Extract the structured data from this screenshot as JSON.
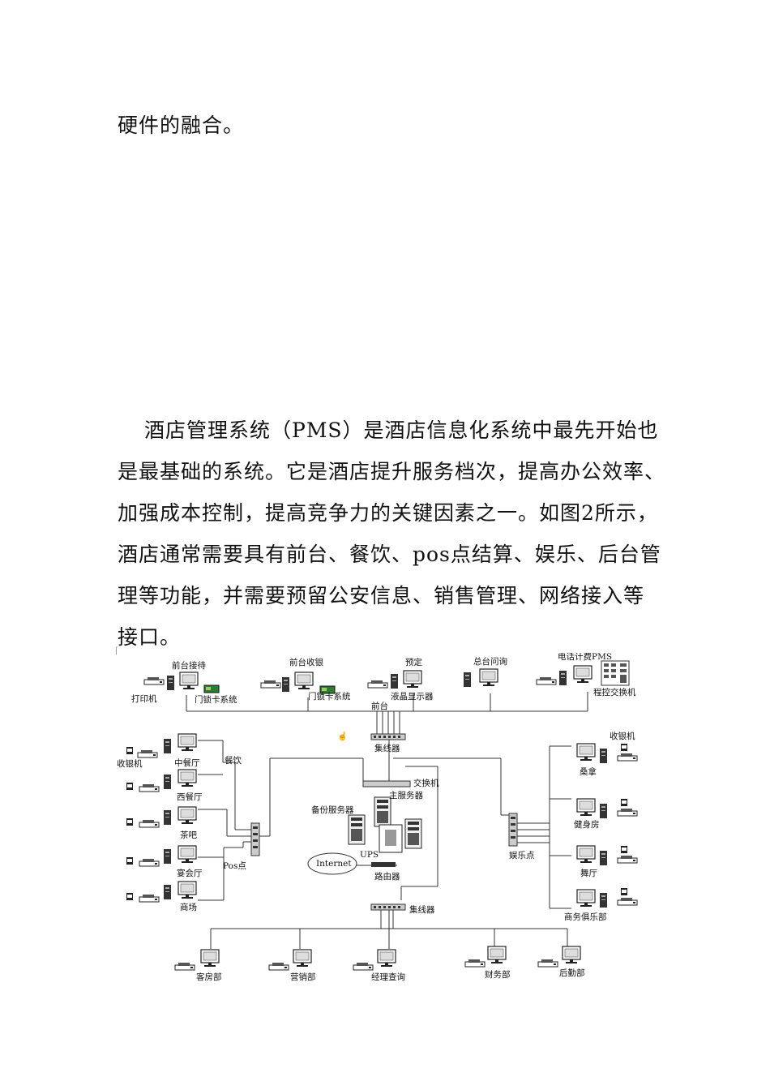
{
  "text": {
    "line1": "硬件的融合。",
    "para": [
      "酒店管理系统（PMS）是酒店信息化系统中最先开始也",
      "是最基础的系统。它是酒店提升服务档次，提高办公效率、",
      "加强成本控制，提高竞争力的关键因素之一。如图2所示，",
      "酒店通常需要具有前台、餐饮、pos点结算、娱乐、后台管",
      "理等功能，并需要预留公安信息、销售管理、网络接入等",
      "接口。"
    ]
  },
  "diagram": {
    "top": {
      "reception": "前台接待",
      "printer": "打印机",
      "door_lock_1": "门锁卡系统",
      "cashier_front": "前台收银",
      "door_lock_2": "门锁卡系统",
      "reservation": "预定",
      "lcd": "液晶显示器",
      "inquiry": "总台问询",
      "phone_billing": "电话计费PMS",
      "pbx": "程控交换机",
      "front_desk": "前台",
      "hub_top": "集线器"
    },
    "left": {
      "catering": "餐饮",
      "cashier": "收银机",
      "chinese": "中餐厅",
      "western": "西餐厅",
      "bar": "茶吧",
      "banquet": "宴会厅",
      "mall": "商场",
      "pos": "Pos点"
    },
    "center": {
      "switch": "交换机",
      "main_server": "主服务器",
      "backup_server": "备份服务器",
      "ups": "UPS",
      "internet": "Internet",
      "router": "路由器",
      "hub_bottom": "集线器"
    },
    "right": {
      "cashier": "收银机",
      "sauna": "桑拿",
      "gym": "健身房",
      "entertainment": "娱乐点",
      "dance": "舞厅",
      "club": "商务俱乐部"
    },
    "bottom": {
      "housekeeping": "客房部",
      "sales": "营销部",
      "manager": "经理查询",
      "finance": "财务部",
      "logistics": "后勤部"
    }
  }
}
